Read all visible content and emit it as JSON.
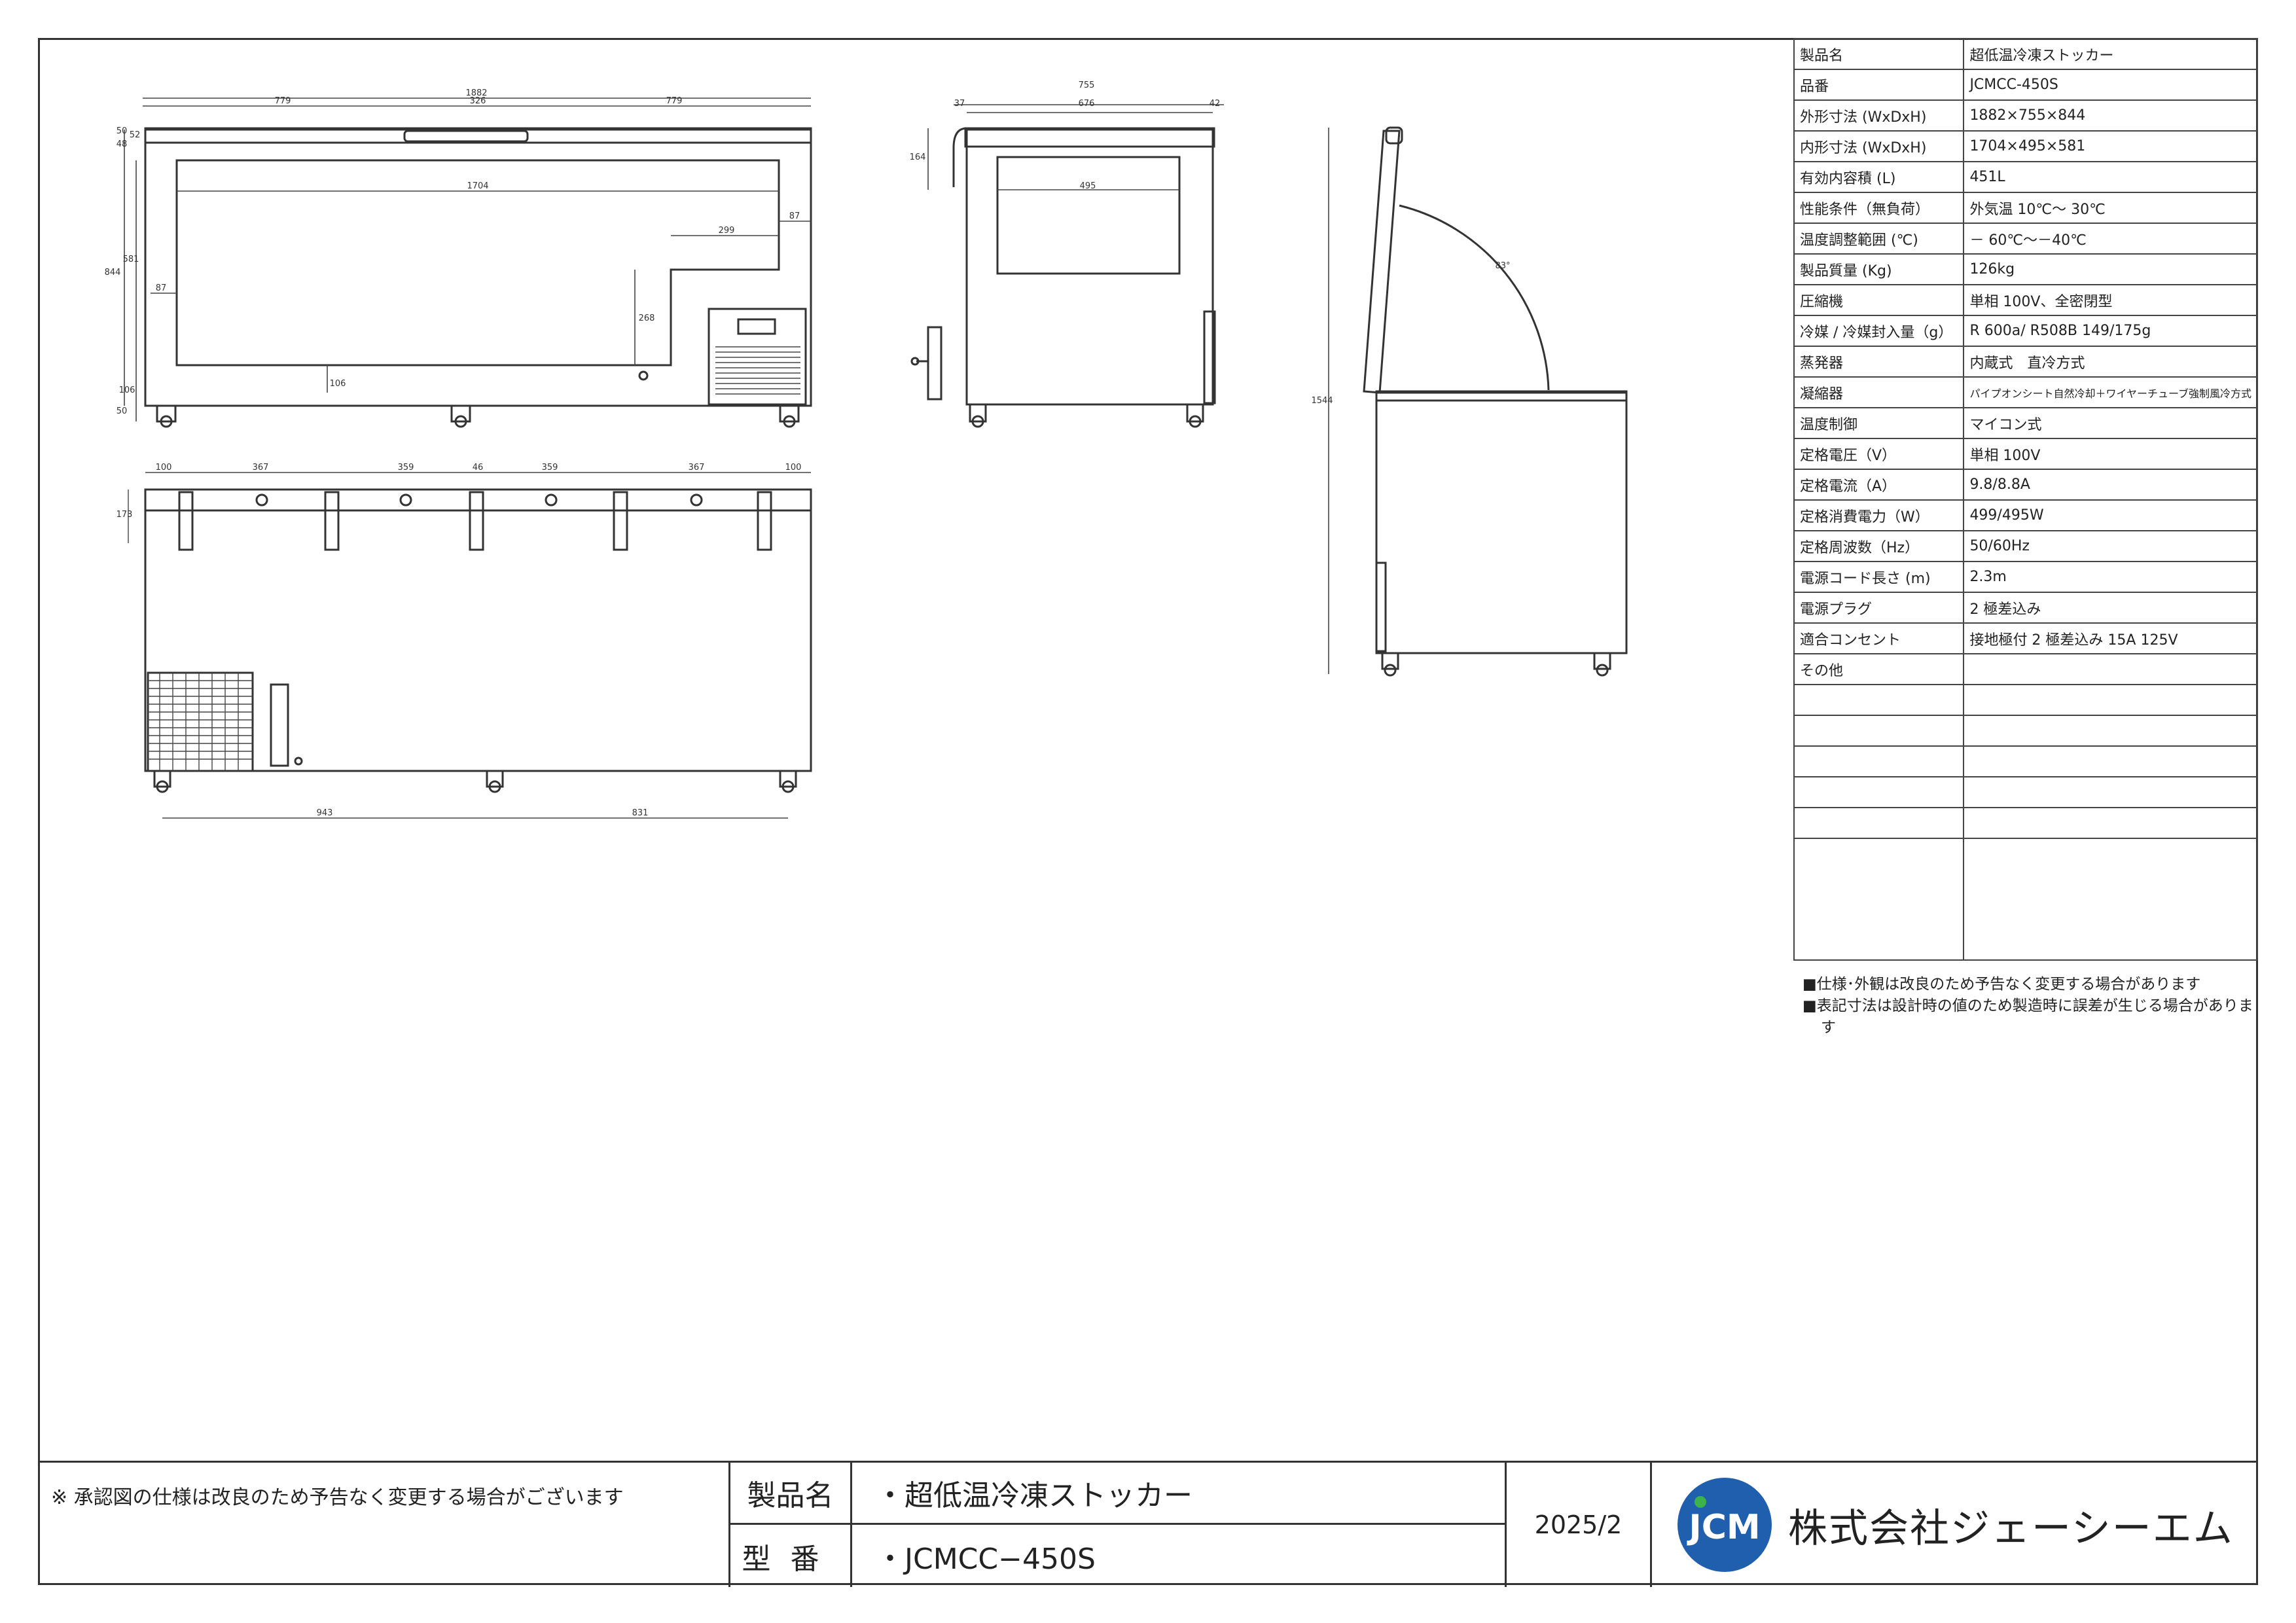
{
  "dims": {
    "total_width": "1882",
    "seg_left": "779",
    "seg_center": "326",
    "seg_right": "779",
    "lid_48": "48",
    "lid_50": "50",
    "lid_52": "52",
    "inner_width": "1704",
    "step_299": "299",
    "edge_87": "87",
    "side_87": "87",
    "height_844": "844",
    "inner_581": "581",
    "step_268": "268",
    "bottom_106": "106",
    "bottom_106b": "106",
    "caster_50": "50",
    "side_depth": "755",
    "side_37": "37",
    "side_676": "676",
    "side_42": "42",
    "side_164": "164",
    "side_495": "495",
    "open_height": "1544",
    "lid_angle": "83°",
    "rear": [
      "100",
      "367",
      "359",
      "46",
      "359",
      "367",
      "100"
    ],
    "rear_173": "173",
    "caster_span_left": "943",
    "caster_span_right": "831"
  },
  "spec": [
    {
      "k": "製品名",
      "v": "超低温冷凍ストッカー"
    },
    {
      "k": "品番",
      "v": "JCMCC-450S"
    },
    {
      "k": "外形寸法 (WxDxH)",
      "v": "1882×755×844"
    },
    {
      "k": "内形寸法 (WxDxH)",
      "v": "1704×495×581"
    },
    {
      "k": "有効内容積 (L)",
      "v": "451L"
    },
    {
      "k": "性能条件（無負荷）",
      "v": "外気温 10℃～ 30℃"
    },
    {
      "k": "温度調整範囲 (℃)",
      "v": "－ 60℃～－40℃"
    },
    {
      "k": "製品質量 (Kg)",
      "v": "126kg"
    },
    {
      "k": "圧縮機",
      "v": "単相 100V、全密閉型"
    },
    {
      "k": "冷媒 / 冷媒封入量（g）",
      "v": "R 600a/ R508B 149/175g"
    },
    {
      "k": "蒸発器",
      "v": "内蔵式　直冷方式"
    },
    {
      "k": "凝縮器",
      "v": "パイプオンシート自然冷却＋ワイヤーチューブ強制風冷方式"
    },
    {
      "k": "温度制御",
      "v": "マイコン式"
    },
    {
      "k": "定格電圧（V）",
      "v": "単相 100V"
    },
    {
      "k": "定格電流（A）",
      "v": "9.8/8.8A"
    },
    {
      "k": "定格消費電力（W）",
      "v": "499/495W"
    },
    {
      "k": "定格周波数（Hz）",
      "v": "50/60Hz"
    },
    {
      "k": "電源コード長さ (m)",
      "v": "2.3m"
    },
    {
      "k": "電源プラグ",
      "v": "2 極差込み"
    },
    {
      "k": "適合コンセント",
      "v": "接地極付 2 極差込み 15A 125V"
    },
    {
      "k": "その他",
      "v": ""
    },
    {
      "k": "",
      "v": ""
    },
    {
      "k": "",
      "v": ""
    },
    {
      "k": "",
      "v": ""
    },
    {
      "k": "",
      "v": ""
    },
    {
      "k": "",
      "v": ""
    }
  ],
  "notes": [
    "■仕様･外観は改良のため予告なく変更する場合があります",
    "■表記寸法は設計時の値のため製造時に誤差が生じる場合があります"
  ],
  "footer": {
    "approval_note": "※ 承認図の仕様は改良のため予告なく変更する場合がございます",
    "product_label": "製品名",
    "product_value": "・超低温冷凍ストッカー",
    "model_label": "型番",
    "model_value": "・JCMCC−450S",
    "date": "2025/2",
    "logo_text": "JCM",
    "company": "株式会社ジェーシーエム"
  },
  "colors": {
    "line": "#333333",
    "logo_blue": "#1f5fae",
    "logo_green": "#3cb24a"
  }
}
